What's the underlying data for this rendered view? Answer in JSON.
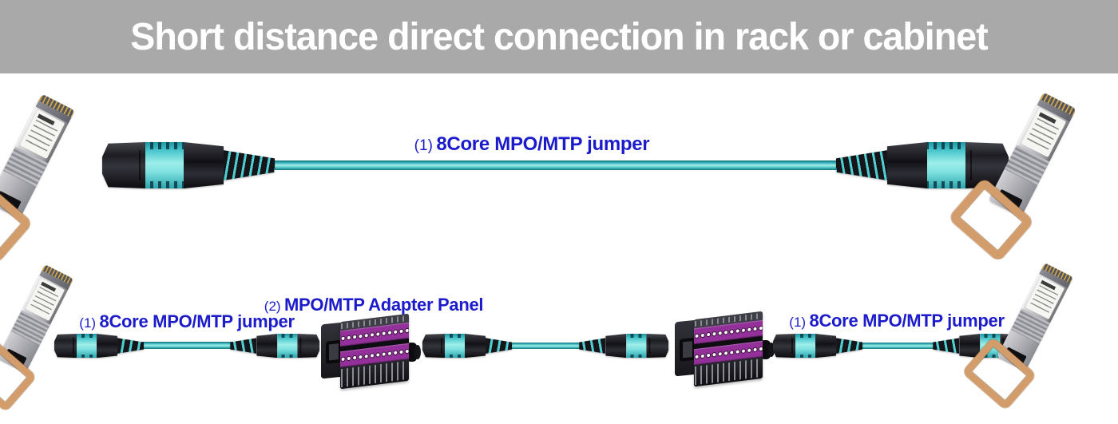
{
  "banner": {
    "title": "Short distance direct connection in rack or cabinet"
  },
  "colors": {
    "banner_bg": "#a9a9a9",
    "banner_text": "#ffffff",
    "label_blue": "#1b1bcc",
    "cable_aqua": "#4fc9cb",
    "boot_aqua": "#7adede",
    "pull_tab_tan": "#d29c6b",
    "port_purple": "#93309a"
  },
  "top_section": {
    "jumper_label": {
      "prefix": "(1)",
      "text": "8Core MPO/MTP jumper"
    }
  },
  "bottom_section": {
    "left_jumper_label": {
      "prefix": "(1)",
      "text": "8Core MPO/MTP jumper"
    },
    "adapter_panel_label": {
      "prefix": "(2)",
      "text": "MPO/MTP Adapter Panel"
    },
    "right_jumper_label": {
      "prefix": "(1)",
      "text": "8Core MPO/MTP jumper"
    },
    "adapter_panels": {
      "count": 2,
      "rows_per_panel": 2,
      "ports_per_row": 12
    }
  }
}
